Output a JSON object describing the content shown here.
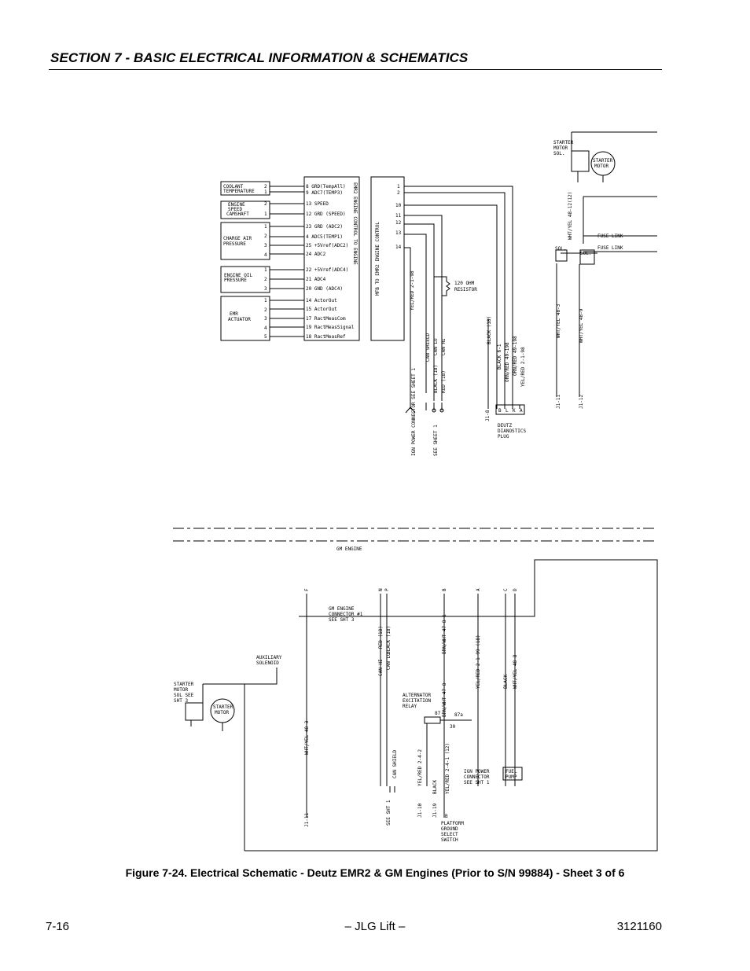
{
  "header": {
    "section_title": "SECTION 7 - BASIC ELECTRICAL INFORMATION & SCHEMATICS"
  },
  "deutz": {
    "coolant_temp": {
      "label1": "COOLANT",
      "label2": "TEMPERATURE",
      "pins": [
        "2",
        "1"
      ]
    },
    "engine_speed": {
      "label1": "ENGINE",
      "label2": "SPEED",
      "label3": "CAMSHAFT",
      "pins": [
        "2",
        "1"
      ]
    },
    "charge_air": {
      "label1": "CHARGE AIR",
      "label2": "PRESSURE",
      "pins": [
        "1",
        "2",
        "3",
        "4"
      ]
    },
    "oil_pressure": {
      "label1": "ENGINE OIL",
      "label2": "PRESSURE",
      "pins": [
        "1",
        "2",
        "3"
      ]
    },
    "emr_actuator": {
      "label1": "EMR",
      "label2": "ACTUATOR",
      "pins": [
        "1",
        "2",
        "3",
        "4",
        "5"
      ]
    },
    "emr2_pins": [
      "8 GRD(TempAll)",
      "9 ADC7(TEMP3)",
      "13 SPEED",
      "12 GRD (SPEED)",
      "23 GRD (ADC2)",
      "4 ADC5(TEMP1)",
      "25 +5Vref(ADC2)",
      "24 ADC2",
      "22 +5Vref(ADC4)",
      "21 ADC4",
      "20 GND (ADC4)",
      "14 ActorOut",
      "15 ActorOut",
      "17 RactMeasCom",
      "19 RactMeasSignal",
      "18 RactMeasRef"
    ],
    "emr2_vertical": "EMR2 ENGINE CONTROL TO ENGINE",
    "mfb_vertical": "MFB TO EMR2 ENGINE CONTROL",
    "mfb_pins": [
      "1",
      "2",
      "10",
      "11",
      "12",
      "13",
      "14"
    ],
    "resistor": {
      "label1": "120 OHM",
      "label2": "RESISTOR"
    },
    "wire_yelred": "YEL/RED 2-1-98",
    "wire_can_shield": "CAN SHIELD",
    "wire_can_lo": "CAN LO",
    "wire_can_hi": "CAN HI",
    "wire_black18": "BLACK (18)",
    "wire_red18": "RED (18)",
    "wire_black18_b": "BLACK (18)",
    "wire_black61": "BLACK 6-1",
    "wire_orn_red": "ORN/RED 49-198",
    "wire_orn_red2": "ORN/RED 49-198",
    "wire_yel_red2": "YEL/RED 2-1-98",
    "ign_power": "IGN POWER CONNECTOR SEE SHEET 1",
    "see_sheet_1": "SEE SHEET 1",
    "j1_8": "J1-8",
    "diag_pins": [
      "B",
      "L",
      "K",
      "A"
    ],
    "diag_label": {
      "line1": "DEUTZ",
      "line2": "DIANOSTICS",
      "line3": "PLUG"
    },
    "starter_sol": {
      "line1": "STARTER",
      "line2": "MOTOR",
      "line3": "SOL."
    },
    "starter_motor": {
      "line1": "STARTER",
      "line2": "MOTOR"
    },
    "wire_wht_yel_48_12": "WHT/YEL 48-12(12)",
    "fuse_link_1": "FUSE LINK",
    "fuse_link_2": "FUSE LINK",
    "sol_1": "SOL.",
    "sol_2": "SOL.",
    "wire_wht_yel_48_3": "WHT/YEL 48-3",
    "wire_wht_yel_48_9": "WHT/YEL 48-9",
    "j1_11": "J1-11",
    "j1_12": "J1-12"
  },
  "gm": {
    "title": "GM ENGINE",
    "conn_pins": [
      "F",
      "N",
      "P",
      "B",
      "A",
      "C",
      "D"
    ],
    "connector_label": {
      "line1": "GM ENGINE",
      "line2": "CONNECTOR #1",
      "line3": "SEE SHT 3"
    },
    "aux_solenoid": {
      "line1": "AUXILIARY",
      "line2": "SOLENOID"
    },
    "starter_sol": {
      "line1": "STARTER",
      "line2": "MOTOR",
      "line3": "SOL SEE",
      "line4": "SHT 3"
    },
    "starter_motor": {
      "line1": "STARTER",
      "line2": "MOTOR"
    },
    "wire_wht_yel_48_3": "WHT/YEL 48-3",
    "wire_red18": "RED (18)",
    "wire_black18": "BLACK (18)",
    "wire_can_hi": "CAN HI",
    "wire_can_lo": "CAN LO",
    "wire_brn_wht_47_8_1": "BRN/WHT 47-8-1",
    "wire_brn_wht_47_8": "BRN/WHT 47-8",
    "wire_yel_red_2_1_99": "YEL/RED 2-1-99 (18)",
    "wire_black": "BLACK",
    "wire_wht_yel_48_8": "WHT/YEL 48-8",
    "alt_relay": {
      "line1": "ALTERNATOR",
      "line2": "EXCITATION",
      "line3": "RELAY"
    },
    "relay_pins": [
      "87",
      "87a",
      "30"
    ],
    "wire_yel_red_2_4_2": "YEL/RED 2-4-2",
    "wire_can_shield": "CAN SHIELD",
    "wire_black_19": "BLACK",
    "wire_yel_red_2_4_1": "YEL/RED 2-4-1 (12)",
    "j1_11": "J1-11",
    "see_sht_1": "SEE SHT 1",
    "j1_10": "J1-10",
    "j1_19": "J1-19",
    "platform_switch": {
      "pin": "B",
      "line1": "PLATFORM",
      "line2": "GROUND",
      "line3": "SELECT",
      "line4": "SWITCH"
    },
    "ign_power": {
      "line1": "IGN POWER",
      "line2": "CONNECTOR",
      "line3": "SEE SHT 1"
    },
    "fuel_pump": {
      "line1": "FUEL",
      "line2": "PUMP"
    }
  },
  "caption": "Figure 7-24.  Electrical Schematic - Deutz EMR2 & GM Engines (Prior to S/N 99884) - Sheet 3 of 6",
  "footer": {
    "page": "7-16",
    "center": "– JLG Lift –",
    "doc_number": "3121160"
  }
}
